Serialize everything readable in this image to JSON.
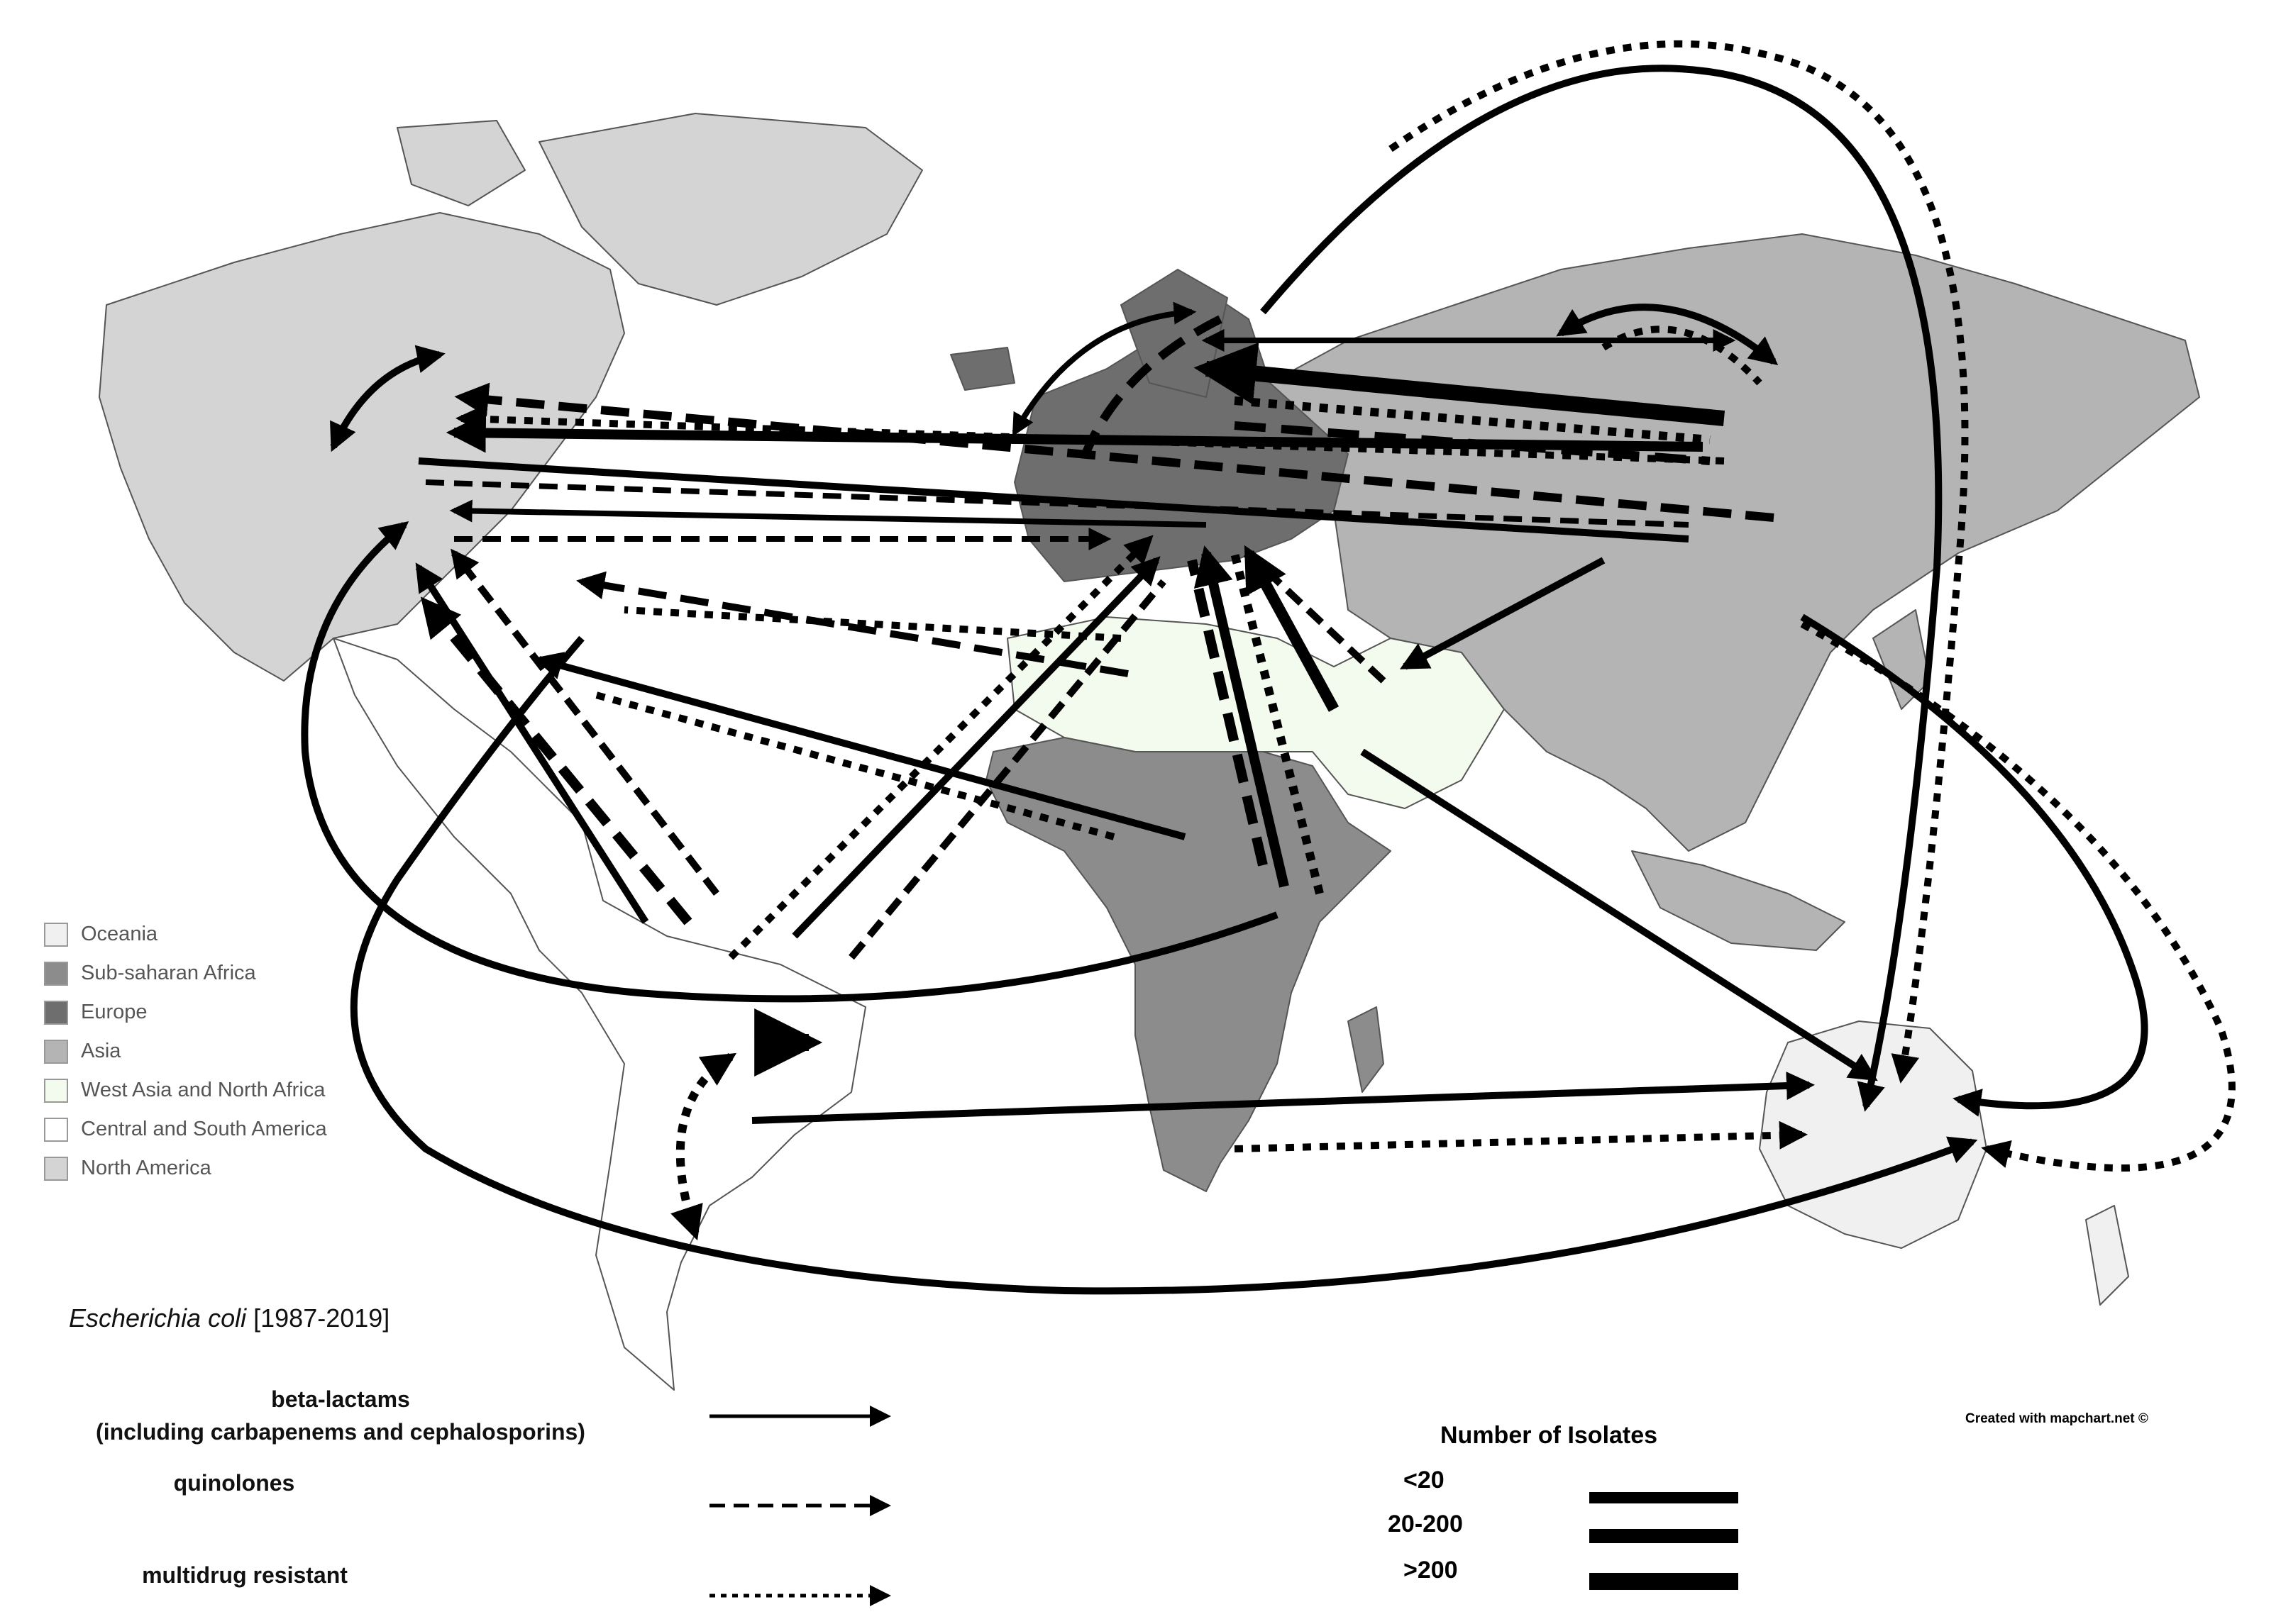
{
  "map": {
    "title_species": "Escherichia coli",
    "title_period": "[1987-2019]",
    "credit": "Created with mapchart.net ©"
  },
  "legend": {
    "regions": [
      {
        "label": "Oceania",
        "color": "#f0f0f0"
      },
      {
        "label": "Sub-saharan Africa",
        "color": "#8c8c8c"
      },
      {
        "label": "Europe",
        "color": "#6e6e6e"
      },
      {
        "label": "Asia",
        "color": "#b4b4b4"
      },
      {
        "label": "West Asia and North Africa",
        "color": "#f3faee"
      },
      {
        "label": "Central and South America",
        "color": "#ffffff"
      },
      {
        "label": "North America",
        "color": "#d4d4d4"
      }
    ],
    "drug_classes": [
      {
        "label_line1": "beta-lactams",
        "label_line2": "(including carbapenems and cephalosporins)",
        "style": "solid"
      },
      {
        "label_line1": "quinolones",
        "label_line2": "",
        "style": "dashed"
      },
      {
        "label_line1": "multidrug resistant",
        "label_line2": "",
        "style": "dotted"
      }
    ],
    "isolates": {
      "title": "Number of Isolates",
      "levels": [
        "<20",
        "20-200",
        ">200"
      ]
    }
  },
  "flows": [
    {
      "style": "solid",
      "weight": 1
    },
    {
      "style": "dashed",
      "weight": 1
    },
    {
      "style": "dotted",
      "weight": 2
    }
  ]
}
